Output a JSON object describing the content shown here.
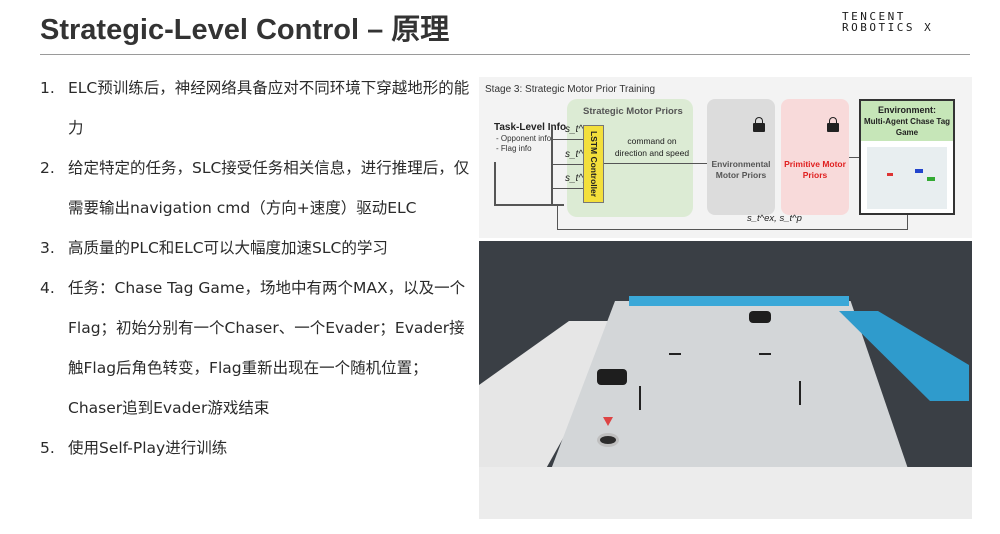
{
  "slide": {
    "title": "Strategic-Level Control – 原理",
    "logo": {
      "line1": "TENCENT",
      "line2": "ROBOTICS X"
    }
  },
  "list": [
    {
      "num": "1.",
      "text": "ELC预训练后，神经网络具备应对不同环境下穿越地形的能力"
    },
    {
      "num": "2.",
      "text": "给定特定的任务，SLC接受任务相关信息，进行推理后，仅需要输出navigation cmd（方向+速度）驱动ELC"
    },
    {
      "num": "3.",
      "text": "高质量的PLC和ELC可以大幅度加速SLC的学习"
    },
    {
      "num": "4.",
      "text": "任务：Chase Tag Game，场地中有两个MAX，以及一个Flag；初始分别有一个Chaser、一个Evader；Evader接触Flag后角色转变，Flag重新出现在一个随机位置；Chaser追到Evader游戏结束"
    },
    {
      "num": "5.",
      "text": "使用Self-Play进行训练"
    }
  ],
  "diagram": {
    "stage_label": "Stage 3: Strategic Motor Prior Training",
    "priors_title": "Strategic Motor Priors",
    "task_title": "Task-Level Info",
    "task_items": [
      "- Opponent info",
      "- Flag info"
    ],
    "symbols": [
      "s_t^ta",
      "s_t^ex",
      "s_t^p"
    ],
    "lstm_label": "LSTM Controller",
    "command_label": "command on direction and speed",
    "env_priors_label": "Environmental Motor Priors",
    "primitive_priors_label": "Primitive Motor Priors",
    "environment_title": "Environment:",
    "environment_sub": "Multi-Agent Chase Tag Game",
    "feedback_label": "s_t^ex, s_t^p"
  },
  "colors": {
    "title": "#333333",
    "priors_green": "#dcebd4",
    "lstm_yellow": "#f3df3b",
    "primitive_red": "#e02020",
    "arena_blue": "#2f9bcc"
  }
}
